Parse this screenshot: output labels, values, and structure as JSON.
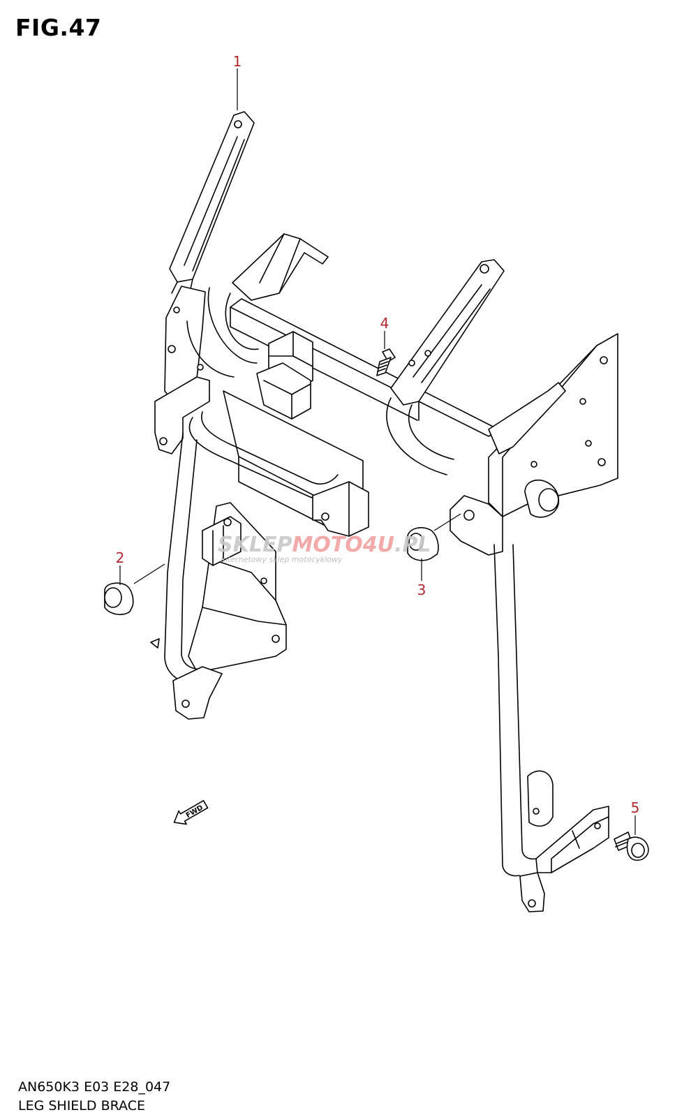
{
  "figure": {
    "title": "FIG.47",
    "model_code": "AN650K3 E03 E28_047",
    "caption": "LEG SHIELD BRACE"
  },
  "callouts": [
    {
      "number": "1"
    },
    {
      "number": "2"
    },
    {
      "number": "3"
    },
    {
      "number": "4"
    },
    {
      "number": "5"
    }
  ],
  "fwd_label": "FWD",
  "watermark": {
    "text_a": "SKLEP",
    "text_b": "MOTO",
    "text_c": "4U",
    "text_d": ".PL",
    "tagline": "internetowy sklep motocyklowy"
  },
  "colors": {
    "callout": "#b3262e",
    "line": "#000000",
    "watermark_grey": "#c8c8c8",
    "watermark_red": "#f0a0a0"
  }
}
